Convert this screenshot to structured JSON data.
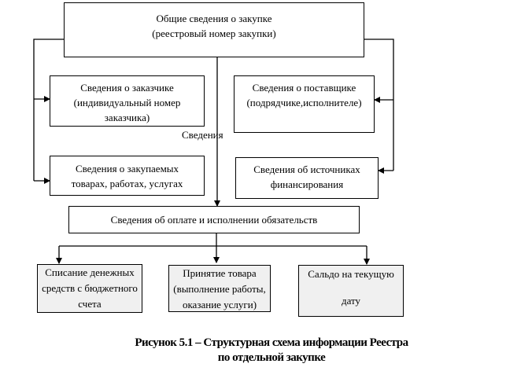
{
  "boxes": {
    "general": "Общие сведения о закупке\n(реестровый номер закупки)",
    "customer": "Сведения о заказчике\n(индивидуальный номер\nзаказчика)",
    "supplier": "Сведения о поставщике\n(подрядчике,исполнителе)",
    "goods": "Сведения о закупаемых\nтоварах, работах, услугах",
    "funding": "Сведения об источниках\nфинансирования",
    "payment": "Сведения об оплате  и исполнении обязательств",
    "writeoff": "Списание денежных\nсредств с  бюджетного\nсчета",
    "acceptance": "Принятие товара\n(выполнение работы,\nоказание услуги)",
    "balance": "Сальдо на текущую\n\nдату"
  },
  "connector_label": "Сведения",
  "caption": "Рисунок  5.1 –  Структурная схема информации Реестра\nпо отдельной закупке"
}
